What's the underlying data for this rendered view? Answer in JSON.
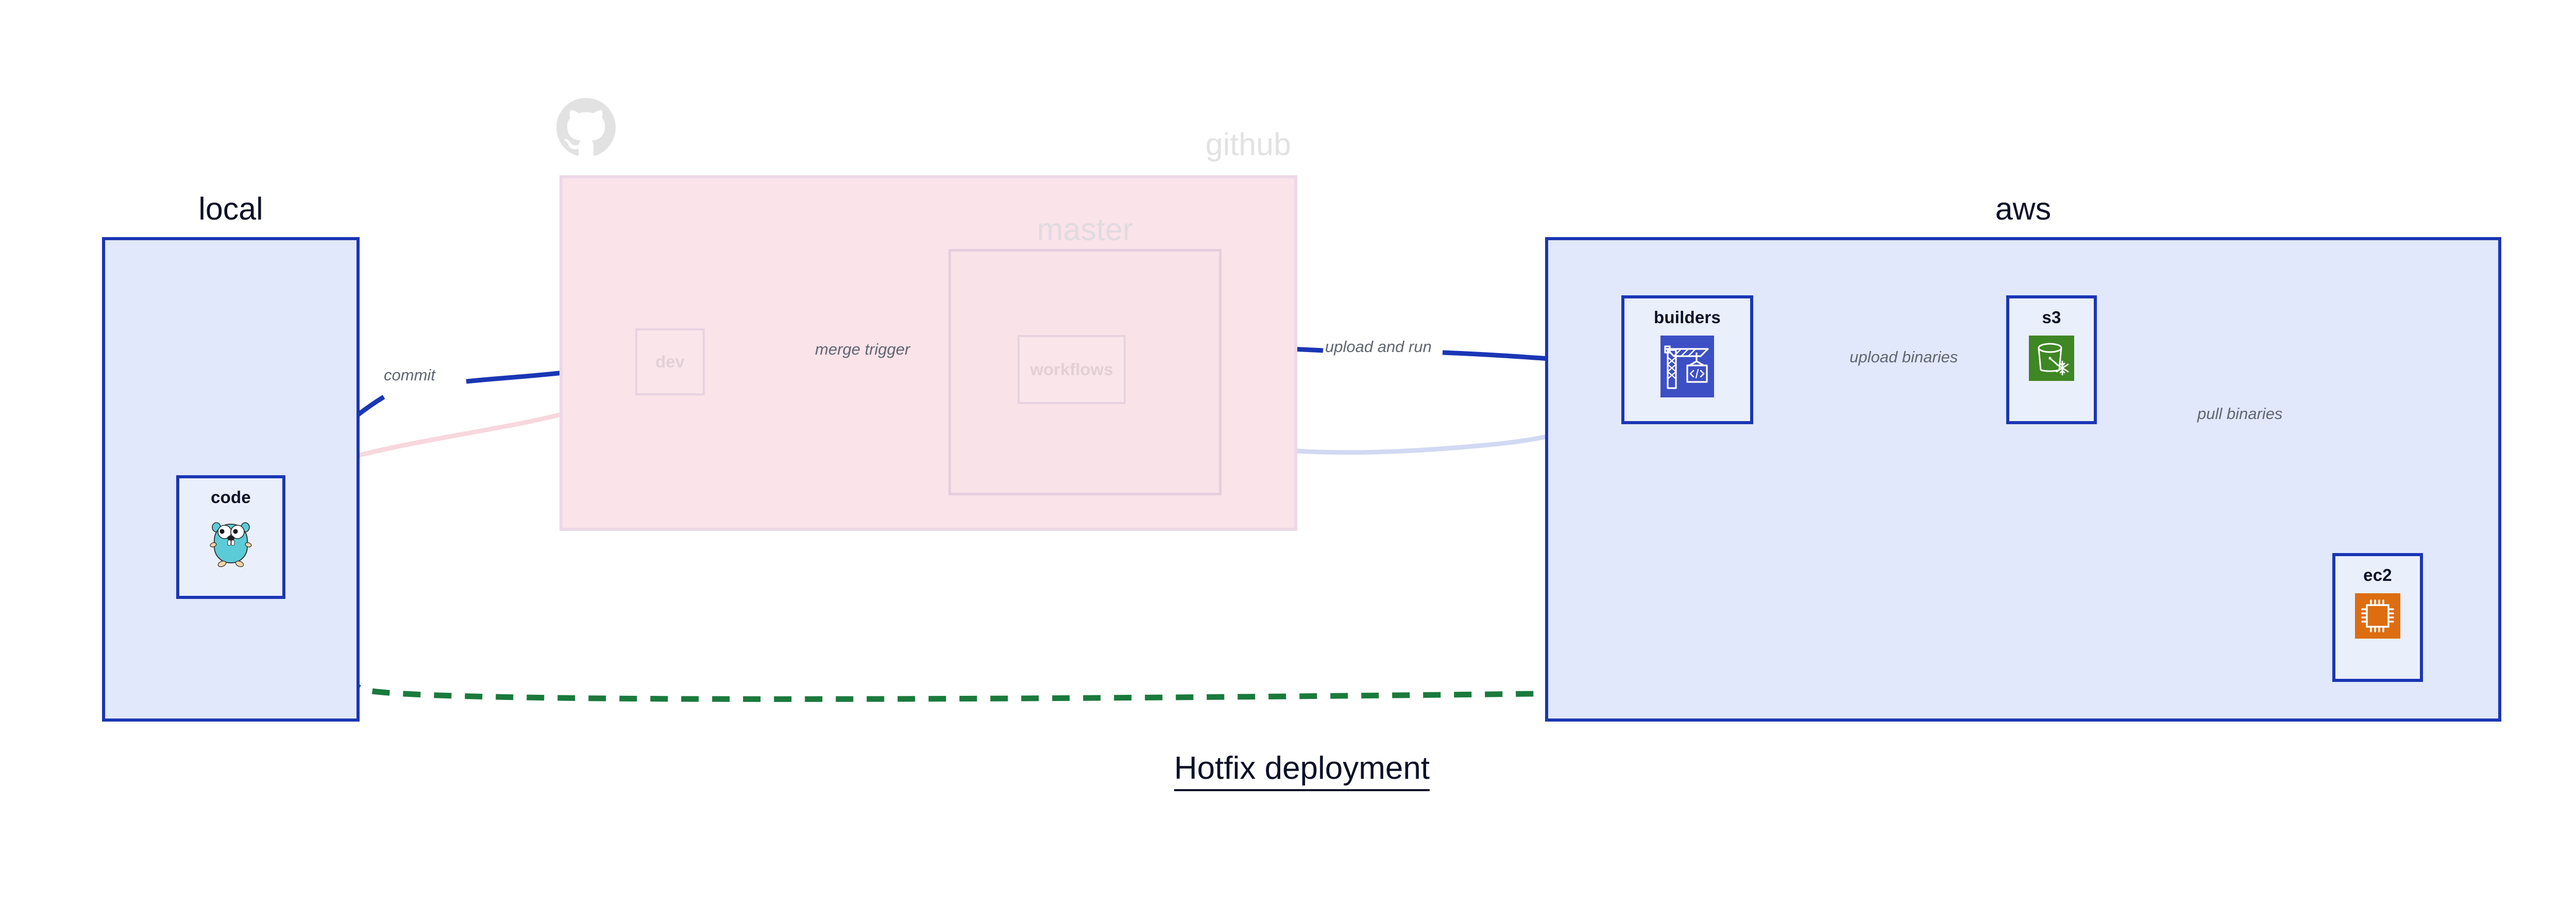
{
  "diagram": {
    "title": "Hotfix deployment",
    "colors": {
      "cluster_border_blue": "#1a36b5",
      "cluster_fill_blue": "#e2e8fb",
      "cluster_fill_pink": "#fae3e9",
      "node_fill": "#eaeffc",
      "edge_blue": "#1a36b5",
      "edge_green": "#1a7a3c",
      "edge_label_gray": "#5f6672",
      "icon_builders_bg": "#3d4fc4",
      "icon_s3_bg": "#3f8624",
      "icon_ec2_bg": "#dd6d10",
      "gopher_body": "#5bcbd8"
    }
  },
  "clusters": [
    {
      "id": "local",
      "label": "local",
      "faded": false
    },
    {
      "id": "github",
      "label": "github",
      "faded": true
    },
    {
      "id": "master",
      "label": "master",
      "faded": true
    },
    {
      "id": "aws",
      "label": "aws",
      "faded": false
    }
  ],
  "nodes": [
    {
      "id": "code",
      "label": "code",
      "icon": "go-gopher-icon",
      "cluster": "local",
      "faded": false
    },
    {
      "id": "dev",
      "label": "dev",
      "icon": "none",
      "cluster": "github",
      "faded": true
    },
    {
      "id": "workflows",
      "label": "workflows",
      "icon": "none",
      "cluster": "master",
      "faded": true
    },
    {
      "id": "builders",
      "label": "builders",
      "icon": "aws-codebuild-icon",
      "cluster": "aws",
      "faded": false
    },
    {
      "id": "s3",
      "label": "s3",
      "icon": "aws-s3-glacier-icon",
      "cluster": "aws",
      "faded": false
    },
    {
      "id": "ec2",
      "label": "ec2",
      "icon": "aws-ec2-chip-icon",
      "cluster": "aws",
      "faded": false
    }
  ],
  "edges": [
    {
      "id": "e1",
      "from": "code",
      "to": "dev",
      "label": "commit",
      "style": "solid",
      "color": "#1a36b5",
      "faded": false
    },
    {
      "id": "e2",
      "from": "dev",
      "to": "workflows",
      "label": "merge trigger",
      "style": "solid",
      "color": "#1a36b5",
      "faded": false
    },
    {
      "id": "e3",
      "from": "workflows",
      "to": "builders",
      "label": "upload and run",
      "style": "solid",
      "color": "#1a36b5",
      "faded": false
    },
    {
      "id": "e4",
      "from": "builders",
      "to": "s3",
      "label": "upload binaries",
      "style": "solid",
      "color": "#1a36b5",
      "faded": false
    },
    {
      "id": "e5",
      "from": "s3",
      "to": "ec2",
      "label": "pull binaries",
      "style": "solid",
      "color": "#1a36b5",
      "faded": false
    },
    {
      "id": "e6",
      "from": "code",
      "to": "ec2",
      "label": "",
      "style": "dashed",
      "color": "#1a7a3c",
      "faded": false
    },
    {
      "id": "e7",
      "from": "code",
      "to": "dev",
      "label": "",
      "style": "solid",
      "color": "#f3b7c4",
      "faded": true
    },
    {
      "id": "e8",
      "from": "dev",
      "to": "workflows",
      "label": "",
      "style": "solid",
      "color": "#d8d3e8",
      "faded": true
    },
    {
      "id": "e9",
      "from": "workflows",
      "to": "builders",
      "label": "",
      "style": "solid",
      "color": "#cfd8f3",
      "faded": true
    }
  ],
  "edge_labels": {
    "commit": "commit",
    "merge_trigger": "merge trigger",
    "upload_and_run": "upload and run",
    "upload_binaries": "upload binaries",
    "pull_binaries": "pull binaries"
  },
  "icons": {
    "github_mark": "github-octocat-icon"
  }
}
